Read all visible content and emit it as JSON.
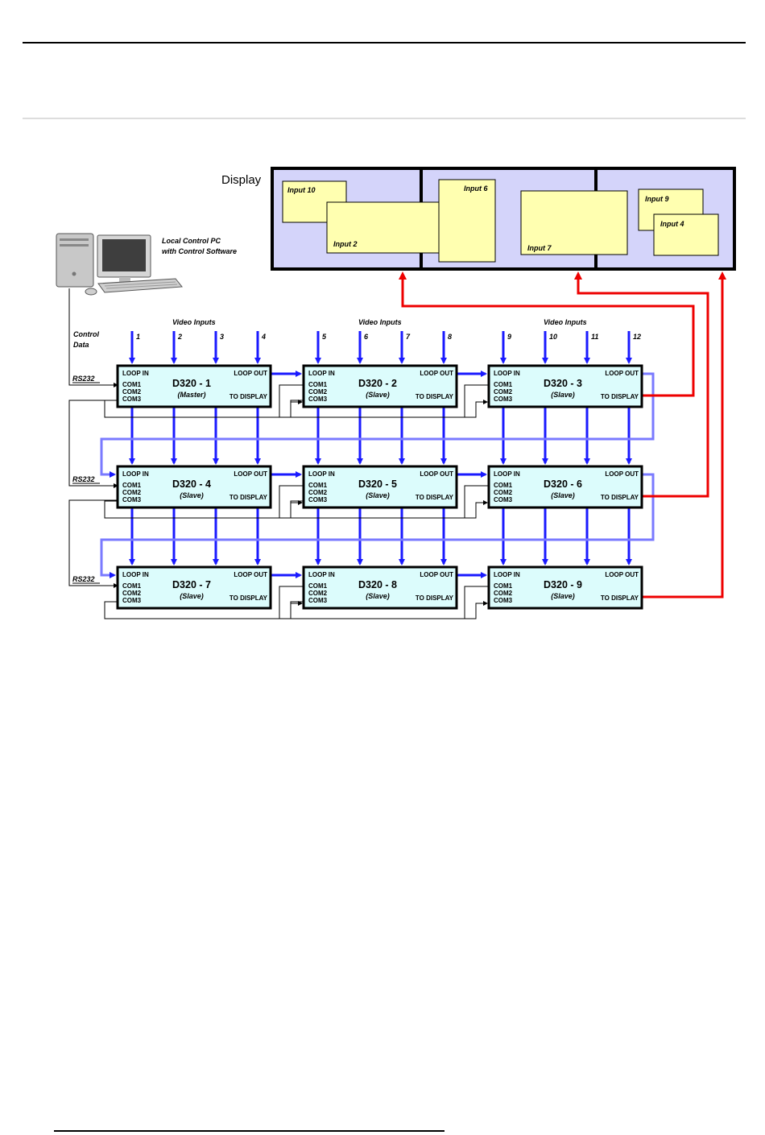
{
  "display": {
    "label": "Display",
    "windows": [
      {
        "label": "Input 10"
      },
      {
        "label": "Input 2"
      },
      {
        "label": "Input 6"
      },
      {
        "label": "Input 7"
      },
      {
        "label": "Input 9"
      },
      {
        "label": "Input 4"
      }
    ]
  },
  "pc": {
    "label_line1": "Local Control PC",
    "label_line2": "with Control Software",
    "control_line1": "Control",
    "control_line2": "Data"
  },
  "rs232_label": "RS232",
  "video_inputs": {
    "groups": [
      {
        "label": "Video Inputs",
        "numbers": [
          "1",
          "2",
          "3",
          "4"
        ]
      },
      {
        "label": "Video Inputs",
        "numbers": [
          "5",
          "6",
          "7",
          "8"
        ]
      },
      {
        "label": "Video Inputs",
        "numbers": [
          "9",
          "10",
          "11",
          "12"
        ]
      }
    ]
  },
  "port_labels": {
    "loop_in": "LOOP IN",
    "loop_out": "LOOP OUT",
    "to_display": "TO DISPLAY",
    "com1": "COM1",
    "com2": "COM2",
    "com3": "COM3"
  },
  "units": [
    {
      "name": "D320 - 1",
      "role": "(Master)"
    },
    {
      "name": "D320 - 2",
      "role": "(Slave)"
    },
    {
      "name": "D320 - 3",
      "role": "(Slave)"
    },
    {
      "name": "D320 - 4",
      "role": "(Slave)"
    },
    {
      "name": "D320 - 5",
      "role": "(Slave)"
    },
    {
      "name": "D320 - 6",
      "role": "(Slave)"
    },
    {
      "name": "D320 - 7",
      "role": "(Slave)"
    },
    {
      "name": "D320 - 8",
      "role": "(Slave)"
    },
    {
      "name": "D320 - 9",
      "role": "(Slave)"
    }
  ],
  "colors": {
    "video_arrow": "#1a1aff",
    "loop_link": "#7a7aff",
    "display_link": "#ee0000",
    "unit_fill": "#dcfcfc",
    "display_fill": "#d4d4fa",
    "window_fill": "#ffffb0"
  }
}
